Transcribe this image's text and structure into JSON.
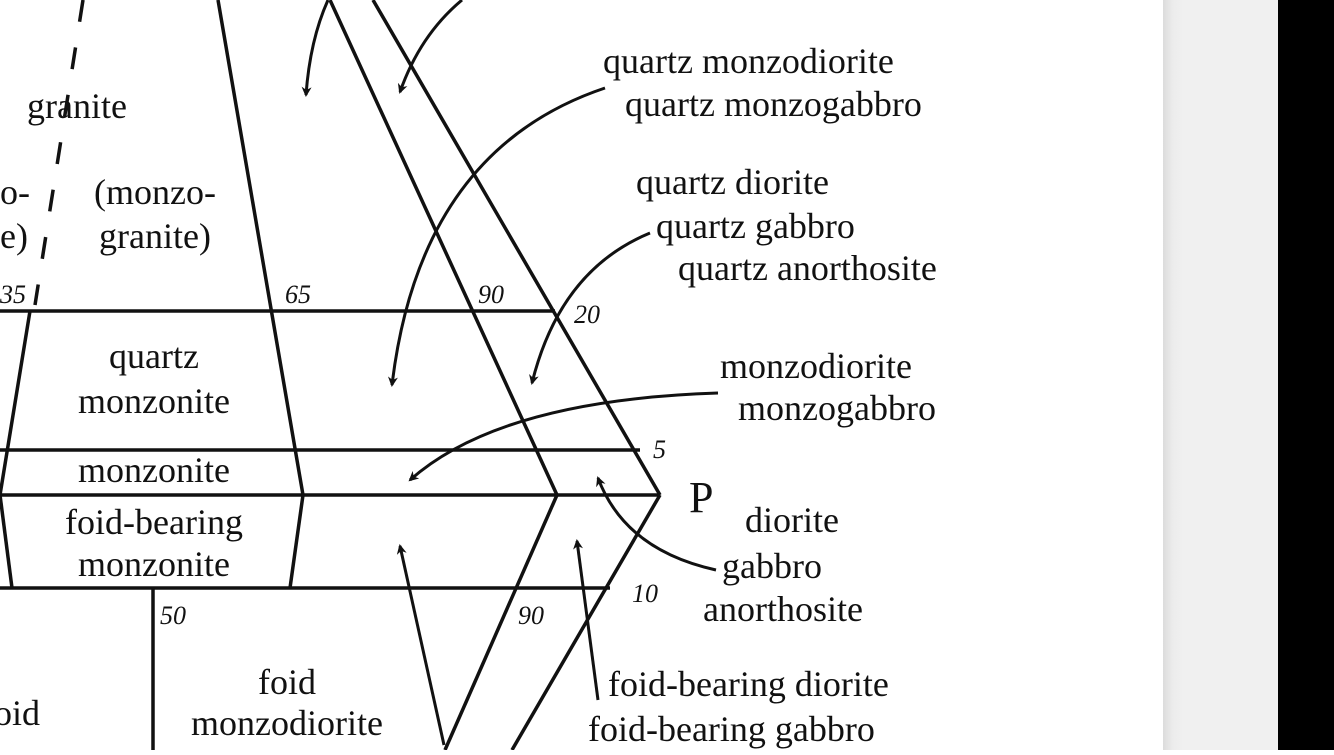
{
  "diagram": {
    "apex_label": "P",
    "field_labels": {
      "granite": "granite",
      "syeno_granite_part1": "o-",
      "syeno_granite_part2": "e)",
      "monzogranite_1": "(monzo-",
      "monzogranite_2": "granite)",
      "quartz_monzonite_1": "quartz",
      "quartz_monzonite_2": "monzonite",
      "monzonite": "monzonite",
      "foid_bearing_monzonite_1": "foid-bearing",
      "foid_bearing_monzonite_2": "monzonite",
      "foid_monzodiorite_1": "foid",
      "foid_monzodiorite_2": "monzodiorite",
      "foid_syenite_fragment": "oid"
    },
    "callouts": {
      "quartz_monzodiorite": "quartz monzodiorite",
      "quartz_monzogabbro": "quartz monzogabbro",
      "quartz_diorite": "quartz diorite",
      "quartz_gabbro": "quartz gabbro",
      "quartz_anorthosite": "quartz anorthosite",
      "monzodiorite": "monzodiorite",
      "monzogabbro": "monzogabbro",
      "diorite": "diorite",
      "gabbro": "gabbro",
      "anorthosite": "anorthosite",
      "foid_bearing_diorite": "foid-bearing diorite",
      "foid_bearing_gabbro": "foid-bearing gabbro"
    },
    "tick_values": {
      "t35": "35",
      "t65": "65",
      "t90_upper": "90",
      "t20": "20",
      "t5": "5",
      "t10": "10",
      "t50": "50",
      "t90_lower": "90"
    }
  }
}
